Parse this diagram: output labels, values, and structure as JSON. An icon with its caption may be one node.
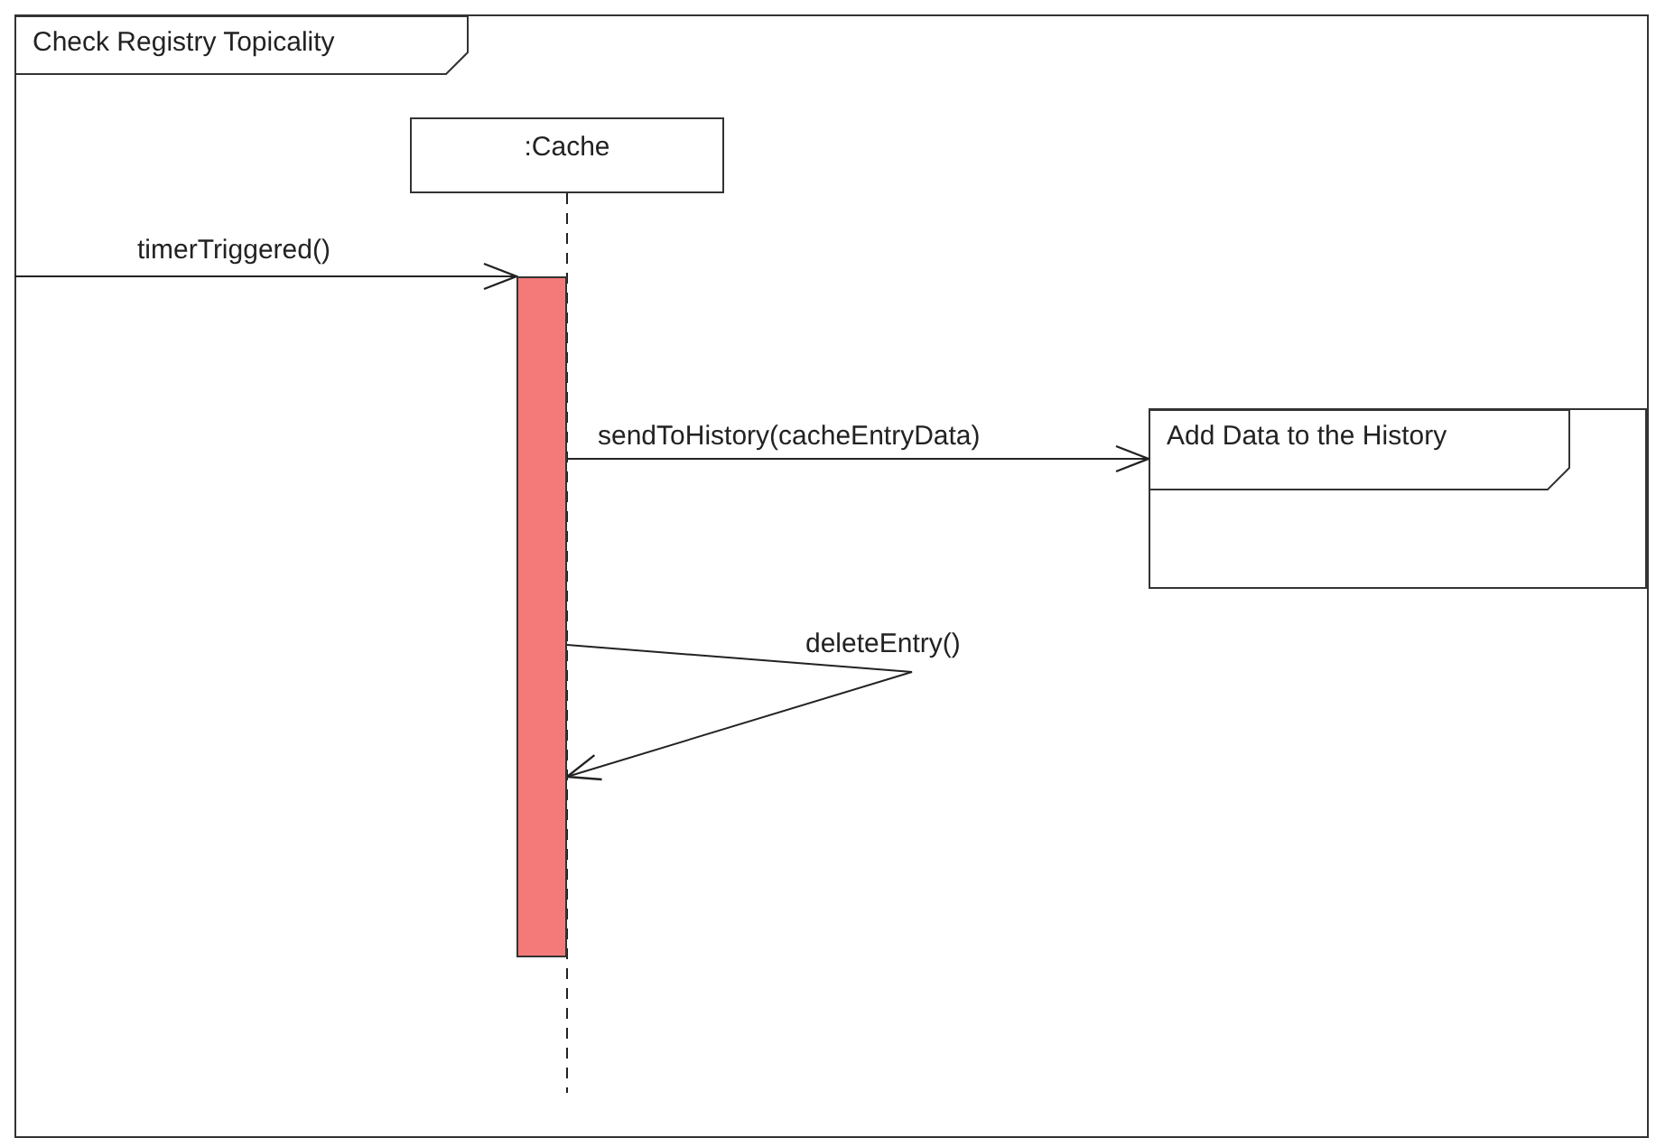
{
  "diagram": {
    "nodes": [
      {
        "text": [
          "Check Registry Topicality"
        ]
      },
      {
        "text": [
          ":Cache"
        ],
        "in": 0
      },
      {
        "text": [],
        "shape": "bar",
        "in": 0
      },
      {
        "text": [
          "Add Data to the History"
        ],
        "in": 0
      }
    ],
    "edges": [
      {
        "from": null,
        "to": 2,
        "arrow": "to",
        "label": "timerTriggered()"
      },
      {
        "from": 2,
        "to": 3,
        "arrow": "to",
        "label": "sendToHistory(cacheEntryData)"
      },
      {
        "from": 2,
        "to": 2,
        "arrow": "to",
        "label": "deleteEntry()"
      }
    ]
  }
}
